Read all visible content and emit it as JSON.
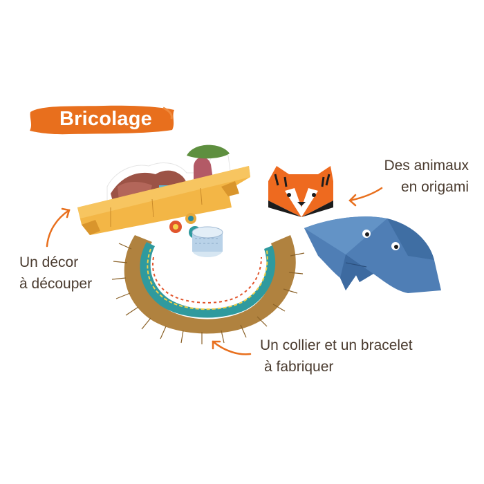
{
  "banner": {
    "title": "Bricolage",
    "color": "#e86f1d"
  },
  "annotations": {
    "decor": {
      "line1": "Un décor",
      "line2": "à découper"
    },
    "animaux": {
      "line1": "Des animaux",
      "line2": "en origami"
    },
    "collier": {
      "line1": "Un collier et un bracelet",
      "line2": "à fabriquer"
    }
  },
  "colors": {
    "text": "#4a3b2f",
    "arrow": "#e86f1d",
    "tiger": "#ee6a1f",
    "elephant": "#4f7eb5",
    "fringe": "#a87a3a",
    "collar_band": "#2f9a9e"
  },
  "illustration_items": [
    {
      "name": "savanna-decor-cutout"
    },
    {
      "name": "tiger-origami"
    },
    {
      "name": "elephant-origami"
    },
    {
      "name": "fringed-necklace"
    },
    {
      "name": "bracelet"
    },
    {
      "name": "paper-tokens"
    }
  ]
}
